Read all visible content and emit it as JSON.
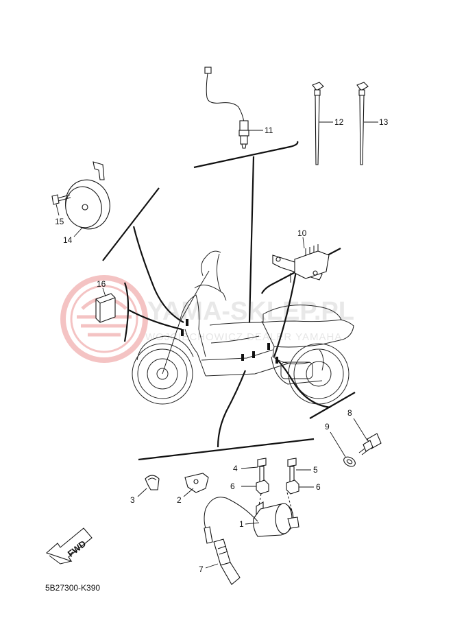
{
  "watermark": {
    "main": "YAMA-SKLEP.PL",
    "sub": "WOJCIECHOWICZ DEALER YAMAHA"
  },
  "direction_label": "FWD",
  "diagram_code": "5B27300-K390",
  "callouts": {
    "c1": "1",
    "c2": "2",
    "c3": "3",
    "c4": "4",
    "c5": "5",
    "c6a": "6",
    "c6b": "6",
    "c7": "7",
    "c8": "8",
    "c9": "9",
    "c10": "10",
    "c11": "11",
    "c12": "12",
    "c13": "13",
    "c14": "14",
    "c15": "15",
    "c16": "16"
  },
  "icons": {
    "logo": "yamaha-tuning-fork-logo-watermark",
    "fwd": "forward-arrow-icon"
  }
}
